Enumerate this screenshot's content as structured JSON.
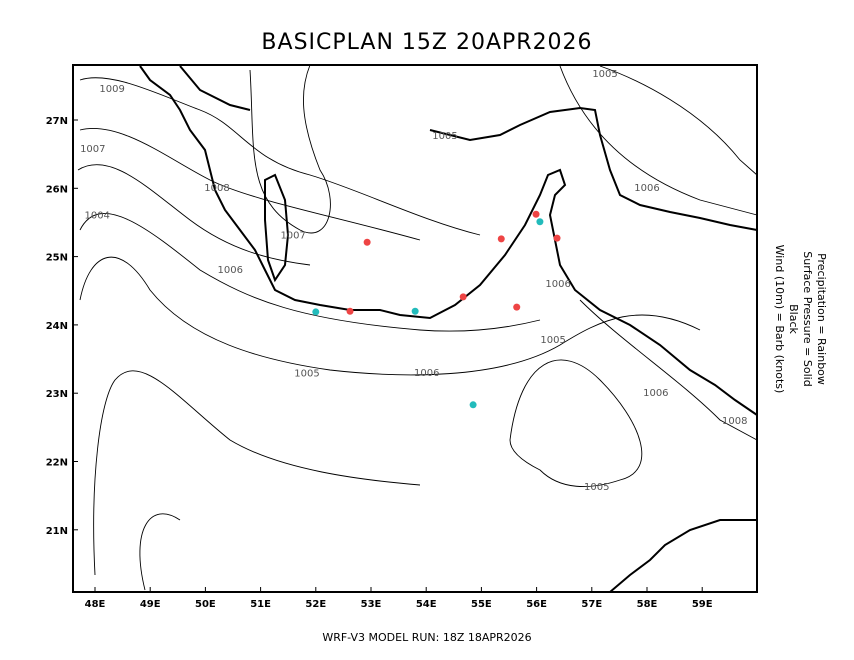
{
  "title": "BASICPLAN 15Z 20APR2026",
  "footer": "WRF-V3 MODEL RUN: 18Z 18APR2026",
  "legend": [
    "Precipitation = Rainbow",
    "Surface Pressure = Solid Black",
    "Wind (10m) = Barb (knots)"
  ],
  "map": {
    "lon_range": [
      47.6,
      60.0
    ],
    "lat_range": [
      20.1,
      27.8
    ],
    "lon_ticks": [
      {
        "v": 48,
        "label": "48E"
      },
      {
        "v": 49,
        "label": "49E"
      },
      {
        "v": 50,
        "label": "50E"
      },
      {
        "v": 51,
        "label": "51E"
      },
      {
        "v": 52,
        "label": "52E"
      },
      {
        "v": 53,
        "label": "53E"
      },
      {
        "v": 54,
        "label": "54E"
      },
      {
        "v": 55,
        "label": "55E"
      },
      {
        "v": 56,
        "label": "56E"
      },
      {
        "v": 57,
        "label": "57E"
      },
      {
        "v": 58,
        "label": "58E"
      },
      {
        "v": 59,
        "label": "59E"
      }
    ],
    "lat_ticks": [
      {
        "v": 21,
        "label": "21N"
      },
      {
        "v": 22,
        "label": "22N"
      },
      {
        "v": 23,
        "label": "23N"
      },
      {
        "v": 24,
        "label": "24N"
      },
      {
        "v": 25,
        "label": "25N"
      },
      {
        "v": 26,
        "label": "26N"
      },
      {
        "v": 27,
        "label": "27N"
      }
    ],
    "contour_labels": [
      {
        "text": "1009",
        "lon": 48.31,
        "lat": 27.47
      },
      {
        "text": "1007",
        "lon": 47.96,
        "lat": 26.59
      },
      {
        "text": "1008",
        "lon": 50.21,
        "lat": 26.02
      },
      {
        "text": "1004",
        "lon": 48.04,
        "lat": 25.62
      },
      {
        "text": "1007",
        "lon": 51.59,
        "lat": 25.32
      },
      {
        "text": "1006",
        "lon": 50.45,
        "lat": 24.82
      },
      {
        "text": "1005",
        "lon": 54.34,
        "lat": 26.78
      },
      {
        "text": "1005",
        "lon": 57.24,
        "lat": 27.69
      },
      {
        "text": "1006",
        "lon": 58.0,
        "lat": 26.02
      },
      {
        "text": "1006",
        "lon": 56.39,
        "lat": 24.61
      },
      {
        "text": "1005",
        "lon": 56.3,
        "lat": 23.79
      },
      {
        "text": "1005",
        "lon": 51.84,
        "lat": 23.3
      },
      {
        "text": "1006",
        "lon": 54.01,
        "lat": 23.31
      },
      {
        "text": "1006",
        "lon": 58.16,
        "lat": 23.02
      },
      {
        "text": "1008",
        "lon": 59.59,
        "lat": 22.61
      },
      {
        "text": "1005",
        "lon": 57.09,
        "lat": 21.64
      }
    ],
    "precip_points": [
      {
        "lon": 52.93,
        "lat": 25.21,
        "color": "#ee4444"
      },
      {
        "lon": 52.62,
        "lat": 24.2,
        "color": "#ee4444"
      },
      {
        "lon": 54.67,
        "lat": 24.41,
        "color": "#ee4444"
      },
      {
        "lon": 55.36,
        "lat": 25.26,
        "color": "#ee4444"
      },
      {
        "lon": 55.64,
        "lat": 24.26,
        "color": "#ee4444"
      },
      {
        "lon": 55.99,
        "lat": 25.62,
        "color": "#ee4444"
      },
      {
        "lon": 56.37,
        "lat": 25.27,
        "color": "#ee4444"
      },
      {
        "lon": 52.0,
        "lat": 24.19,
        "color": "#22bbbb"
      },
      {
        "lon": 53.8,
        "lat": 24.2,
        "color": "#22bbbb"
      },
      {
        "lon": 56.06,
        "lat": 25.51,
        "color": "#22bbbb"
      },
      {
        "lon": 54.85,
        "lat": 22.83,
        "color": "#22bbbb"
      }
    ]
  }
}
